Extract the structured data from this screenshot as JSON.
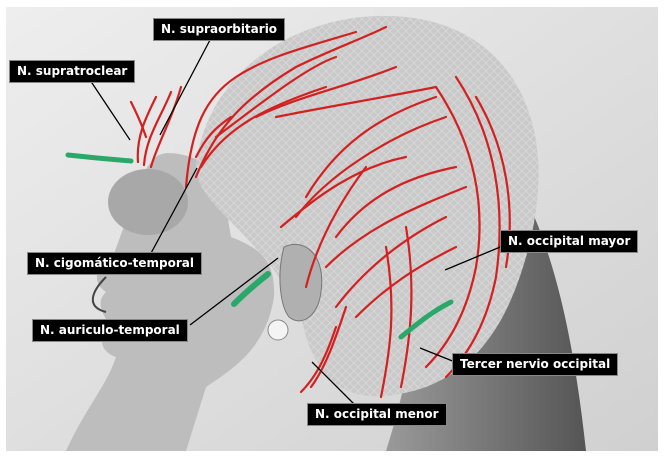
{
  "labels": {
    "supraorbitario": "N. supraorbitario",
    "supratroclear": "N. supratroclear",
    "cigomatico_temporal": "N. cigomático-temporal",
    "occipital_mayor": "N. occipital mayor",
    "auriculo_temporal": "N. auriculo-temporal",
    "tercer_nervio_occipital": "Tercer nervio occipital",
    "occipital_menor": "N. occipital menor"
  },
  "colors": {
    "nerve": "#d32020",
    "injection": "#2aa86a",
    "label_bg": "#000000",
    "label_text": "#ffffff",
    "cap": "#c9c9c9",
    "skin": "#bdbdbd"
  }
}
